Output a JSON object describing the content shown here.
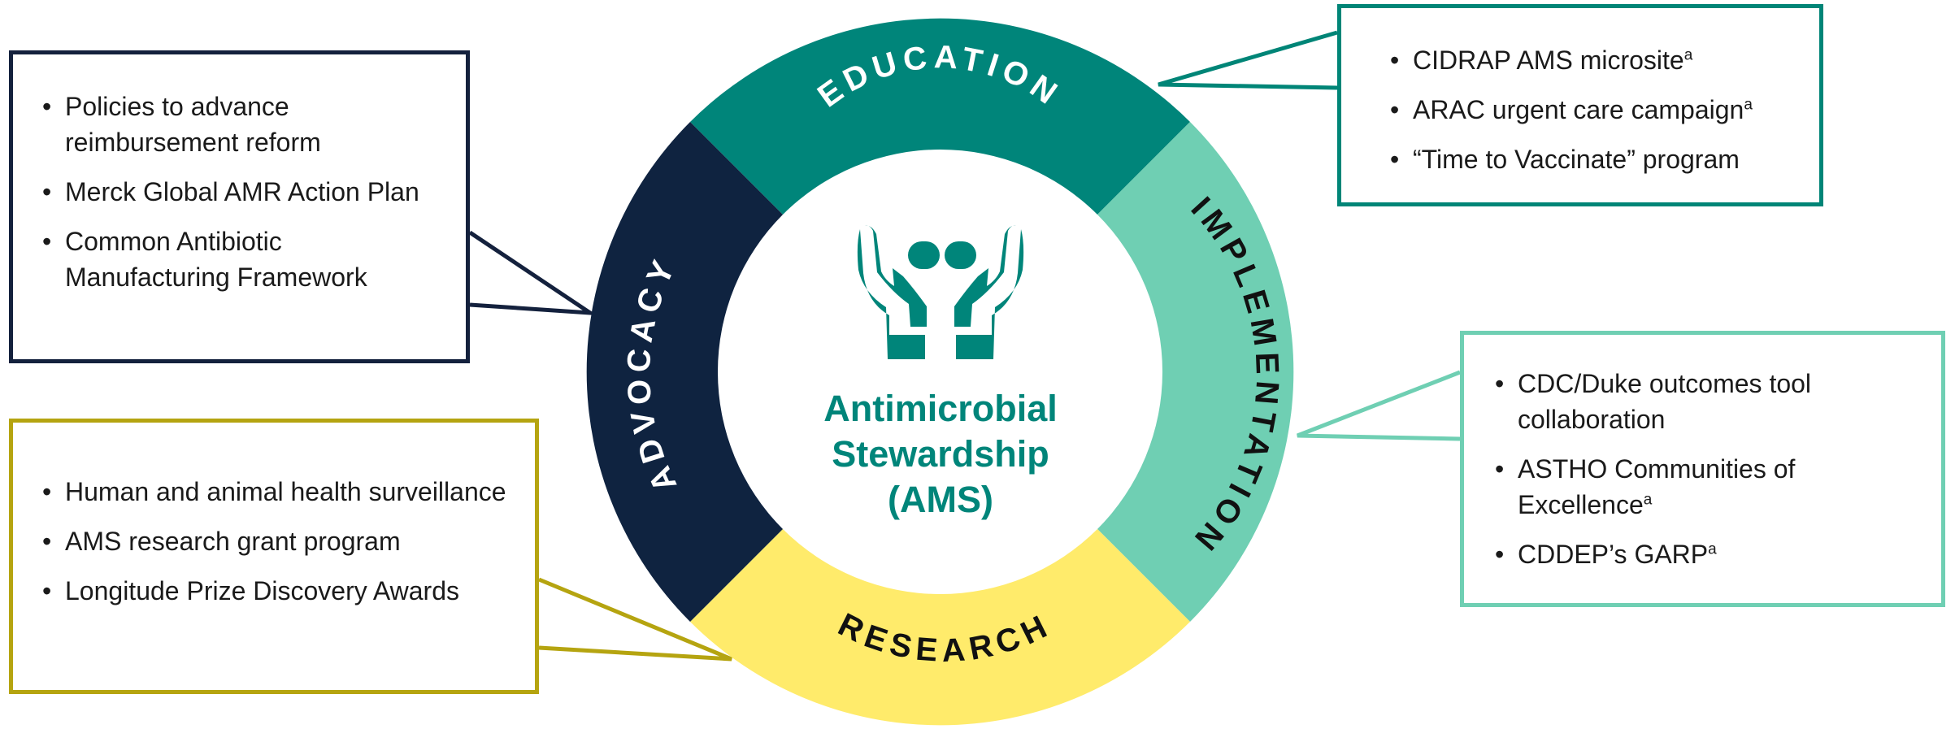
{
  "center": {
    "line1": "Antimicrobial",
    "line2": "Stewardship",
    "line3": "(AMS)",
    "icon": "hands-holding-capsule-icon"
  },
  "segments": {
    "education": {
      "label": "EDUCATION",
      "color": "#00857A"
    },
    "implementation": {
      "label": "IMPLEMENTATION",
      "color": "#6FCFB3"
    },
    "research": {
      "label": "RESEARCH",
      "color": "#FFEB6B"
    },
    "advocacy": {
      "label": "ADVOCACY",
      "color": "#0F2340"
    }
  },
  "callouts": {
    "advocacy": {
      "border_color": "#14213D",
      "items": [
        {
          "text": "Policies to advance reimbursement reform",
          "sup": ""
        },
        {
          "text": "Merck Global AMR Action Plan",
          "sup": ""
        },
        {
          "text": "Common Antibiotic Manufacturing Framework",
          "sup": ""
        }
      ]
    },
    "education": {
      "border_color": "#008577",
      "items": [
        {
          "text": "CIDRAP AMS microsite",
          "sup": "a"
        },
        {
          "text": "ARAC urgent care campaign",
          "sup": "a"
        },
        {
          "text": "“Time to Vaccinate” program",
          "sup": ""
        }
      ]
    },
    "implementation": {
      "border_color": "#6FCFB3",
      "items": [
        {
          "text": "CDC/Duke outcomes tool collaboration",
          "sup": ""
        },
        {
          "text": "ASTHO Communities of Excellence",
          "sup": "a"
        },
        {
          "text": "CDDEP’s GARP",
          "sup": "a"
        }
      ]
    },
    "research": {
      "border_color": "#B5A410",
      "items": [
        {
          "text": "Human and animal health surveillance",
          "sup": ""
        },
        {
          "text": "AMS research grant program",
          "sup": ""
        },
        {
          "text": "Longitude Prize Discovery Awards",
          "sup": ""
        }
      ]
    }
  }
}
